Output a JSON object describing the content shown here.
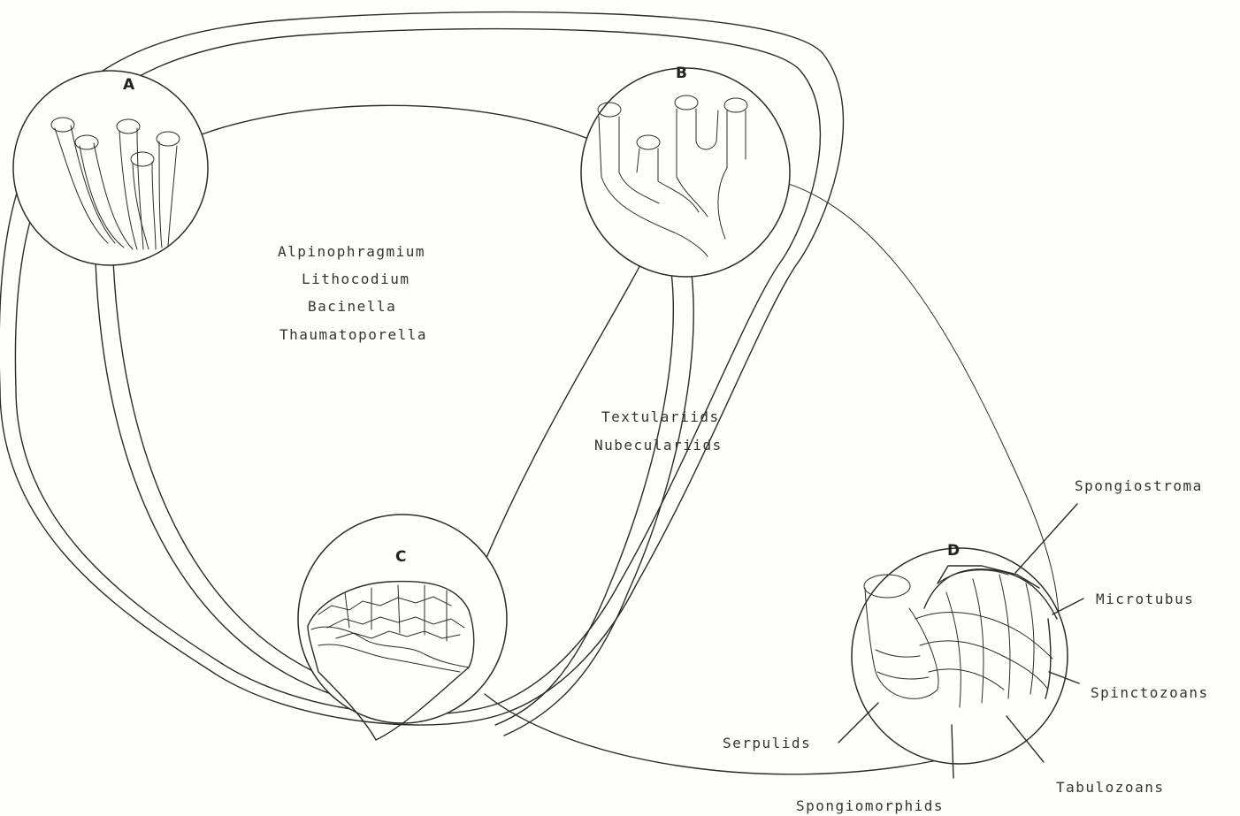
{
  "nodes": {
    "a": "A",
    "b": "B",
    "c": "C",
    "d": "D"
  },
  "centre_taxa": [
    "Alpinophragmium",
    "Lithocodium",
    "Bacinella",
    "Thaumatoporella"
  ],
  "link_taxa": [
    "Textulariids",
    "Nubeculariids"
  ],
  "d_labels": {
    "spongiostroma": "Spongiostroma",
    "microtubus": "Microtubus",
    "spinctozoans": "Spinctozoans",
    "tabulozoans": "Tabulozoans",
    "spongiomorphids": "Spongiomorphids",
    "serpulids": "Serpulids"
  }
}
